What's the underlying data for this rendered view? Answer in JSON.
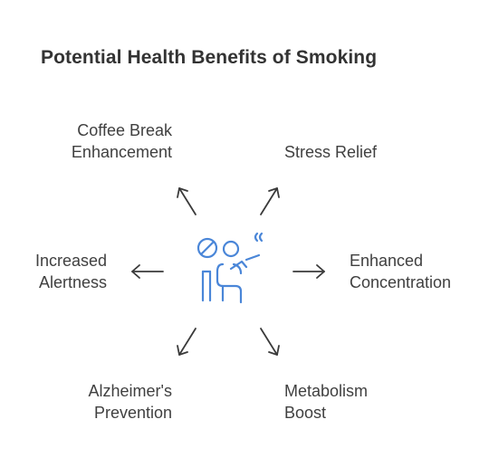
{
  "title": "Potential Health Benefits of Smoking",
  "benefits": {
    "top_left": "Coffee Break\nEnhancement",
    "top_right": "Stress Relief",
    "mid_left": "Increased\nAlertness",
    "mid_right": "Enhanced\nConcentration",
    "bot_left": "Alzheimer's\nPrevention",
    "bot_right": "Metabolism\nBoost"
  },
  "colors": {
    "icon": "#4a86d8",
    "arrow": "#3a3a3a",
    "text": "#404040"
  },
  "center_icon": "smoking-person-icon"
}
